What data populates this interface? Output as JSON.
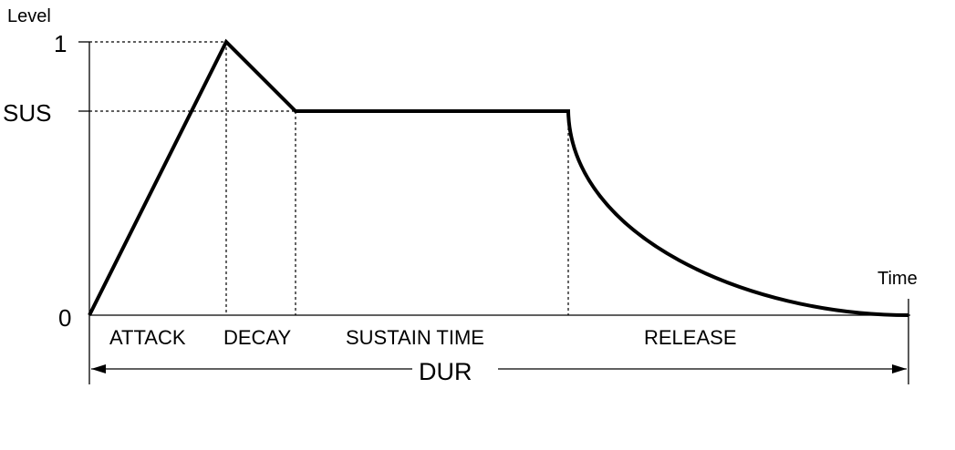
{
  "axes": {
    "y_label": "Level",
    "x_label": "Time",
    "y_tick_top": "1",
    "y_tick_sus": "SUS",
    "y_tick_zero": "0"
  },
  "phases": {
    "attack": "ATTACK",
    "decay": "DECAY",
    "sustain": "SUSTAIN TIME",
    "release": "RELEASE"
  },
  "duration": {
    "label": "DUR"
  },
  "colors": {
    "line": "#000000",
    "background": "#ffffff"
  }
}
